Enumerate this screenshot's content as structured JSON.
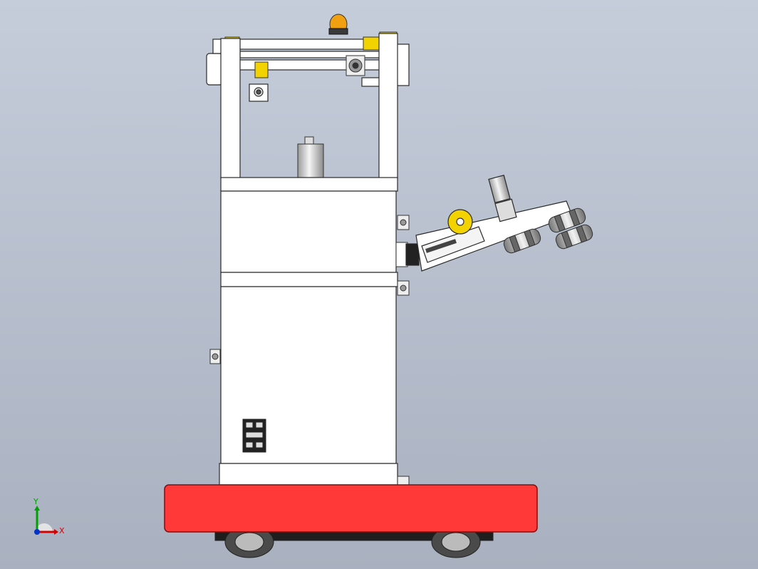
{
  "colors": {
    "background_top": "#c5cddb",
    "background_bottom": "#a9b1c0",
    "frame": "#ffffff",
    "outline": "#2a2a2a",
    "base": "#ff3838",
    "base_edge": "#c01e1e",
    "tire": "#5a5a5a",
    "yellow": "#f2d300",
    "beacon": "#f0a010",
    "chrome": "#b8b8b8",
    "axis_x": "#d40000",
    "axis_y": "#00a000",
    "axis_z": "#0033cc"
  },
  "triad": {
    "x_label": "X",
    "y_label": "Y"
  },
  "model": {
    "components": [
      "beacon-light",
      "top-gantry",
      "mast-frame",
      "motor-cylinder",
      "upper-cabinet",
      "lower-cabinet",
      "control-panel",
      "arm-assembly",
      "brush-wheels",
      "red-base",
      "drive-wheels"
    ]
  }
}
